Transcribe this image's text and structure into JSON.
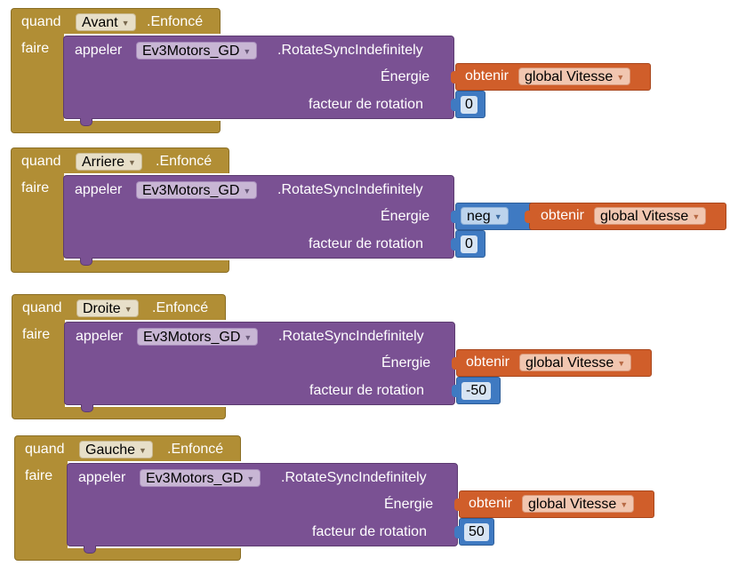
{
  "blocks": [
    {
      "quand": "quand",
      "button": "Avant",
      "event": ".Enfoncé",
      "faire": "faire",
      "appeler": "appeler",
      "component": "Ev3Motors_GD",
      "method": ".RotateSyncIndefinitely",
      "energie_label": "Énergie",
      "facteur_label": "facteur de rotation",
      "neg": "",
      "obtenir": "obtenir",
      "variable": "global Vitesse",
      "facteur_value": "0"
    },
    {
      "quand": "quand",
      "button": "Arriere",
      "event": ".Enfoncé",
      "faire": "faire",
      "appeler": "appeler",
      "component": "Ev3Motors_GD",
      "method": ".RotateSyncIndefinitely",
      "energie_label": "Énergie",
      "facteur_label": "facteur de rotation",
      "neg": "neg",
      "obtenir": "obtenir",
      "variable": "global Vitesse",
      "facteur_value": "0"
    },
    {
      "quand": "quand",
      "button": "Droite",
      "event": ".Enfoncé",
      "faire": "faire",
      "appeler": "appeler",
      "component": "Ev3Motors_GD",
      "method": ".RotateSyncIndefinitely",
      "energie_label": "Énergie",
      "facteur_label": "facteur de rotation",
      "neg": "",
      "obtenir": "obtenir",
      "variable": "global Vitesse",
      "facteur_value": "-50"
    },
    {
      "quand": "quand",
      "button": "Gauche",
      "event": ".Enfoncé",
      "faire": "faire",
      "appeler": "appeler",
      "component": "Ev3Motors_GD",
      "method": ".RotateSyncIndefinitely",
      "energie_label": "Énergie",
      "facteur_label": "facteur de rotation",
      "neg": "",
      "obtenir": "obtenir",
      "variable": "global Vitesse",
      "facteur_value": "50"
    }
  ],
  "colors": {
    "event_block": "#b18e35",
    "call_block": "#7a5193",
    "getter_block": "#d05e2a",
    "math_block": "#3f7ac2"
  },
  "icons": {
    "dropdown": "chevron-down-icon"
  }
}
